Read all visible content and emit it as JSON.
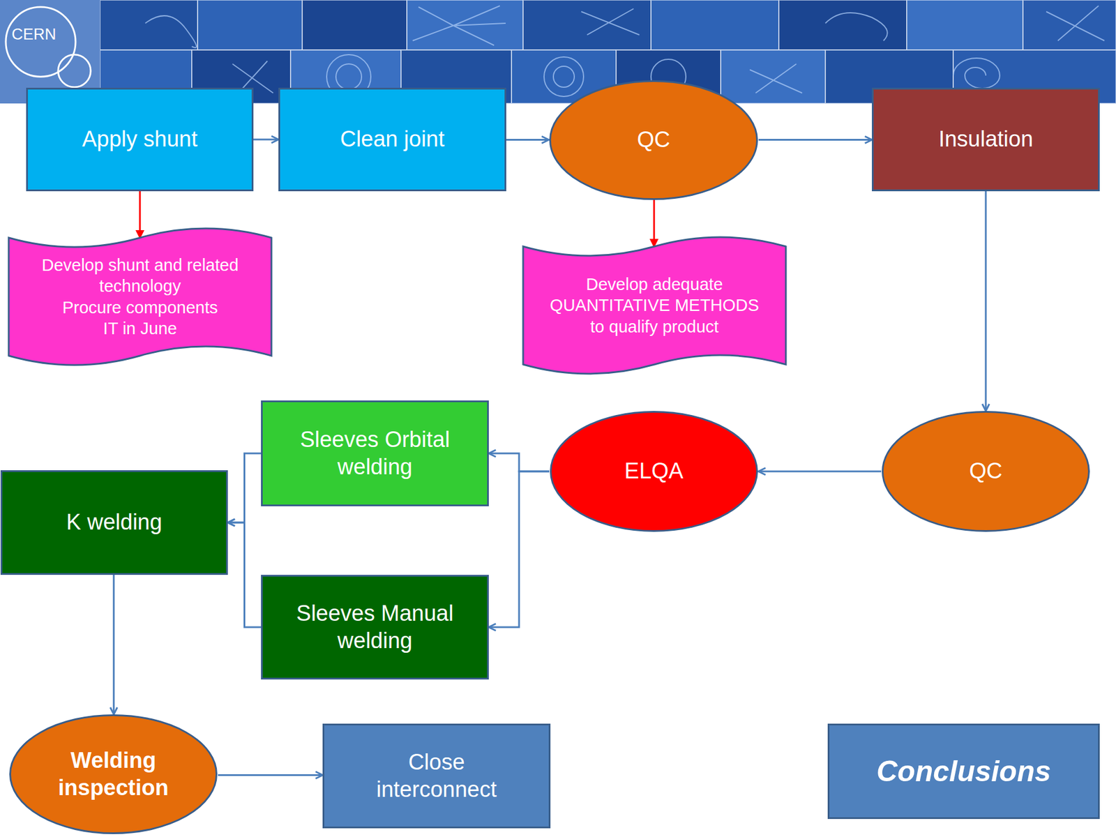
{
  "diagram": {
    "nodes": [
      {
        "text": [
          "Apply shunt"
        ]
      },
      {
        "text": [
          "Clean joint"
        ]
      },
      {
        "text": [
          "QC"
        ]
      },
      {
        "text": [
          "Insulation"
        ]
      },
      {
        "text": [
          "Develop shunt and related technology",
          "Procure components",
          "IT in June"
        ]
      },
      {
        "text": [
          "Develop adequate QUANTITATIVE METHODS to qualify product"
        ]
      },
      {
        "text": [
          "QC"
        ]
      },
      {
        "text": [
          "ELQA"
        ]
      },
      {
        "text": [
          "Sleeves Orbital welding"
        ]
      },
      {
        "text": [
          "K welding"
        ]
      },
      {
        "text": [
          "Sleeves Manual welding"
        ]
      },
      {
        "text": [
          "Welding inspection"
        ]
      },
      {
        "text": [
          "Close interconnect"
        ]
      },
      {
        "text": [
          "Conclusions"
        ]
      }
    ],
    "edges": [
      {
        "from": 0,
        "to": 1,
        "arrow": "to"
      },
      {
        "from": 1,
        "to": 2,
        "arrow": "to"
      },
      {
        "from": 2,
        "to": 3,
        "arrow": "to"
      },
      {
        "from": 0,
        "to": 4,
        "arrow": "to"
      },
      {
        "from": 2,
        "to": 5,
        "arrow": "to"
      },
      {
        "from": 3,
        "to": 6,
        "arrow": "to"
      },
      {
        "from": 6,
        "to": 7,
        "arrow": "to"
      },
      {
        "from": 7,
        "to": 8,
        "arrow": "to"
      },
      {
        "from": 7,
        "to": 10,
        "arrow": "to"
      },
      {
        "from": 8,
        "to": 9,
        "arrow": "to"
      },
      {
        "from": 10,
        "to": 9,
        "arrow": "to"
      },
      {
        "from": 9,
        "to": 11,
        "arrow": "to"
      },
      {
        "from": 11,
        "to": 12,
        "arrow": "to"
      }
    ],
    "labels": [
      "CERN"
    ]
  }
}
